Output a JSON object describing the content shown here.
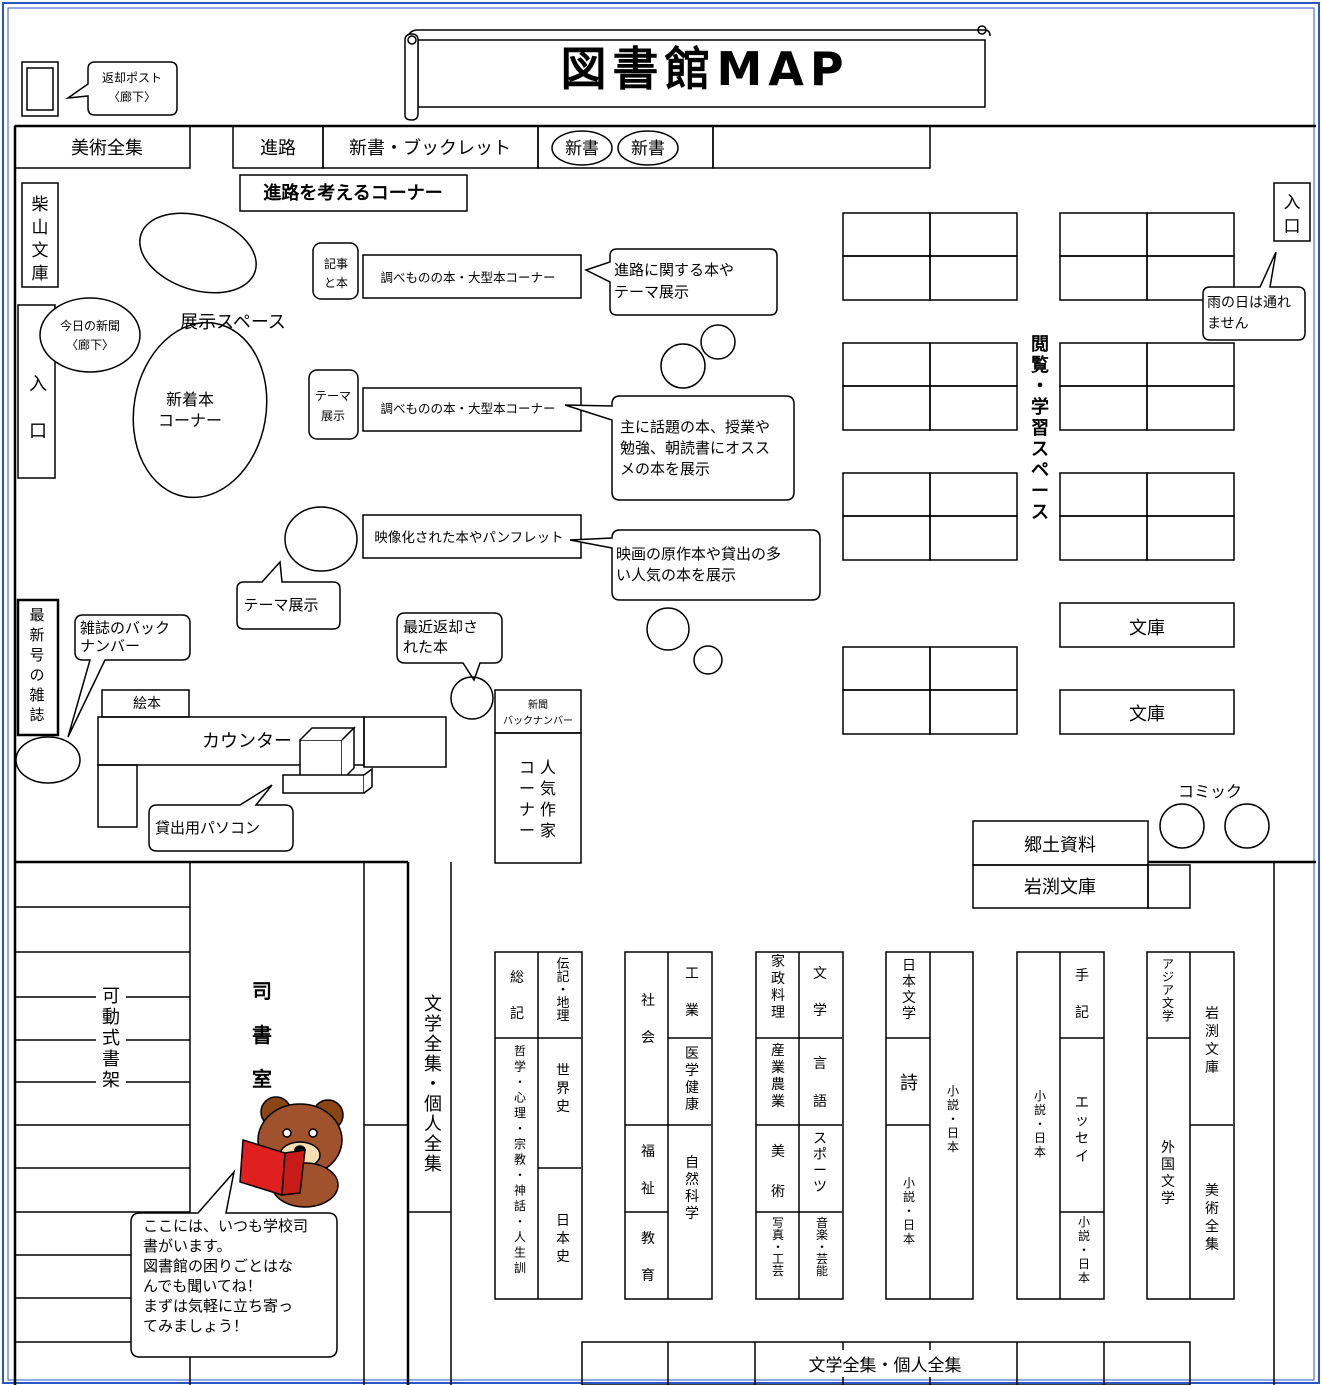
{
  "title": "図書館MAP",
  "return_post": {
    "label": "返却ポスト",
    "sub": "〈廊下〉"
  },
  "top_row": {
    "art_collection": "美術全集",
    "career": "進路",
    "shinsho_booklet": "新書・ブックレット",
    "shinsho_bubble_1": "新書",
    "shinsho_bubble_2": "新書"
  },
  "career_corner": "進路を考えるコーナー",
  "shibayama": [
    "柴",
    "山",
    "文",
    "庫"
  ],
  "todays_news": {
    "line1": "今日の新聞",
    "line2": "〈廊下〉"
  },
  "display_space": "展示スペース",
  "left_entrance": [
    "入",
    "口"
  ],
  "new_books": {
    "line1": "新着本",
    "line2": "コーナー"
  },
  "reference": {
    "tag_1": [
      "記事",
      "と本"
    ],
    "shelf_1": "調べものの本・大型本コーナー",
    "note_1": [
      "進路に関する本や",
      "テーマ展示"
    ],
    "tag_2": [
      "テーマ",
      "展示"
    ],
    "shelf_2": "調べものの本・大型本コーナー",
    "note_2": [
      "主に話題の本、授業や",
      "勉強、朝読書にオスス",
      "メの本を展示"
    ]
  },
  "film": {
    "shelf": "映像化された本やパンフレット",
    "note": [
      "映画の原作本や貸出の多",
      "い人気の本を展示"
    ],
    "theme_callout": "テーマ展示"
  },
  "magazines": {
    "vertical": [
      "最",
      "新",
      "号",
      "の",
      "雑",
      "誌"
    ],
    "back_numbers": [
      "雑誌のバック",
      "ナンバー"
    ]
  },
  "recently_returned": [
    "最近返却さ",
    "れた本"
  ],
  "picture_books": "絵本",
  "counter": "カウンター",
  "pc_callout": "貸出用パソコン",
  "newspaper_backnumbers": {
    "line1": "新聞",
    "line2": "バックナンバー"
  },
  "popular_author": {
    "col1": [
      "コ",
      "ー",
      "ナ",
      "ー"
    ],
    "col2": [
      "人",
      "気",
      "作",
      "家"
    ]
  },
  "reading_space": [
    "閲",
    "覧",
    "・",
    "学",
    "習",
    "ス",
    "ペ",
    "ー",
    "ス"
  ],
  "bunko_1": "文庫",
  "bunko_2": "文庫",
  "right_entrance": [
    "入",
    "口"
  ],
  "rain_note": [
    "雨の日は通れ",
    "ません"
  ],
  "comic": "コミック",
  "local_materials": "郷土資料",
  "iwabuchi_bunko": "岩渕文庫",
  "movable_shelves": [
    "可",
    "動",
    "式",
    "書",
    "架"
  ],
  "librarian_room": [
    "司",
    "書",
    "室"
  ],
  "lit_collection_vertical": [
    "文",
    "学",
    "全",
    "集",
    "・",
    "個",
    "人",
    "全",
    "集"
  ],
  "librarian_note": [
    "ここには、いつも学校司",
    "書がいます。",
    "図書館の困りごとはな",
    "んでも聞いてね！",
    "まずは気軽に立ち寄っ",
    "てみましょう！"
  ],
  "bottom_lit_collection": "文学全集・個人全集",
  "shelves": {
    "general": "総 記",
    "biography_geo": "伝記・地理",
    "philosophy": "哲学・心理・宗教・神話・人生訓",
    "world_history": "世界史",
    "japan_history": "日本史",
    "society": "社 会",
    "industry": "工 業",
    "medical": "医学健康",
    "welfare": "福 祉",
    "education": "教 育",
    "nat_science": "自然科学",
    "home_cooking": "家政料理",
    "literature": "文 学",
    "ind_agri": "産業農業",
    "language": "言 語",
    "art": "美 術",
    "sports": "スポーツ",
    "photo_craft": "写真・工芸",
    "music_arts": "音楽・芸能",
    "jp_lit": "日本文学",
    "poetry": "詩",
    "novel_jp_a": "小説・日本",
    "novel_jp_b": "小説・日本",
    "novel_jp_c": "小説・日本",
    "memoir": "手 記",
    "essay": "エッセイ",
    "novel_jp_d": "小説・日本",
    "asian_lit": "アジア文学",
    "iwabuchi": "岩渕文庫",
    "foreign_lit": "外国文学",
    "art_coll": "美術全集"
  }
}
